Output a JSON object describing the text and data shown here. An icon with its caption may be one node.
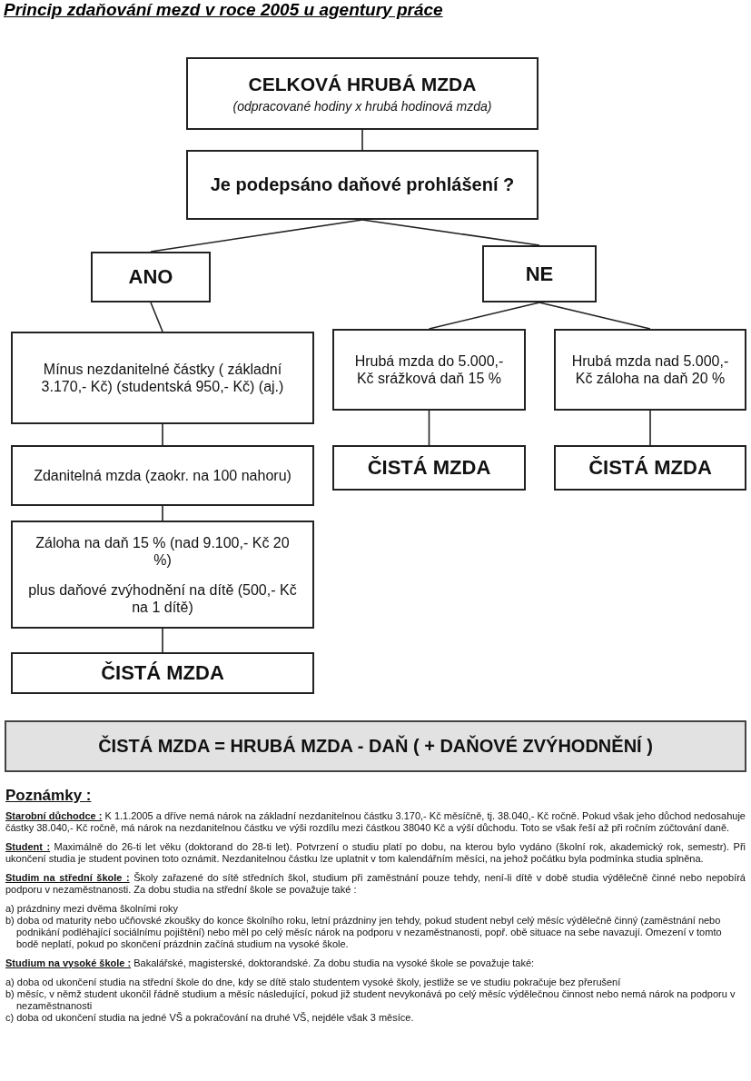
{
  "diagram": {
    "title": "Princip zdaňování mezd v roce 2005 u agentury práce",
    "nodes": [
      {
        "text": [
          "CELKOVÁ HRUBÁ MZDA",
          "(odpracované hodiny x hrubá hodinová mzda)"
        ]
      },
      {
        "text": [
          "Je podepsáno daňové prohlášení ?"
        ]
      },
      {
        "text": [
          "ANO"
        ]
      },
      {
        "text": [
          "NE"
        ]
      },
      {
        "text": [
          "Mínus nezdanitelné částky ( základní 3.170,- Kč) (studentská 950,- Kč) (aj.)"
        ]
      },
      {
        "text": [
          "Hrubá mzda do 5.000,- Kč srážková daň 15 %"
        ]
      },
      {
        "text": [
          "Hrubá mzda nad 5.000,- Kč záloha na daň 20 %"
        ]
      },
      {
        "text": [
          "Zdanitelná mzda (zaokr. na 100 nahoru)"
        ]
      },
      {
        "text": [
          "ČISTÁ MZDA"
        ]
      },
      {
        "text": [
          "ČISTÁ MZDA"
        ]
      },
      {
        "text": [
          "Záloha na daň 15 % (nad 9.100,- Kč 20 %)",
          "plus daňové zvýhodnění na dítě (500,- Kč na 1 dítě)"
        ]
      },
      {
        "text": [
          "ČISTÁ MZDA"
        ]
      },
      {
        "text": [
          "ČISTÁ MZDA = HRUBÁ MZDA - DAŇ ( + DAŇOVÉ ZVÝHODNĚNÍ )"
        ]
      }
    ],
    "edges": [
      {
        "from": 0,
        "to": 1,
        "arrow": "none"
      },
      {
        "from": 1,
        "to": 2,
        "arrow": "none"
      },
      {
        "from": 1,
        "to": 3,
        "arrow": "none"
      },
      {
        "from": 2,
        "to": 4,
        "arrow": "none"
      },
      {
        "from": 3,
        "to": 5,
        "arrow": "none"
      },
      {
        "from": 3,
        "to": 6,
        "arrow": "none"
      },
      {
        "from": 4,
        "to": 7,
        "arrow": "none"
      },
      {
        "from": 5,
        "to": 8,
        "arrow": "none"
      },
      {
        "from": 6,
        "to": 9,
        "arrow": "none"
      },
      {
        "from": 7,
        "to": 10,
        "arrow": "none"
      },
      {
        "from": 10,
        "to": 11,
        "arrow": "none"
      }
    ],
    "labels": [
      "Poznámky :",
      "**Starobní důchodce :** K 1.1.2005 a dříve nemá nárok na základní nezdanitelnou částku 3.170,- Kč měsíčně, tj. 38.040,- Kč ročně. Pokud však jeho důchod nedosahuje částky 38.040,- Kč ročně, má nárok na nezdanitelnou částku ve výši rozdílu mezi částkou 38040 Kč a výší důchodu. Toto se však řeší až při ročním zúčtování daně.",
      "**Student :** Maximálně do 26-ti let věku (doktorand do 28-ti let). Potvrzení o studiu platí po dobu, na kterou bylo vydáno (školní rok, akademický rok, semestr). Při ukončení studia je student povinen toto oznámit. Nezdanitelnou částku lze uplatnit v tom kalendářním měsíci, na jehož počátku byla podmínka studia splněna.",
      "**Studim na střední škole :** Školy zařazené do sítě středních škol, studium při zaměstnání pouze tehdy, není-li dítě v době studia výdělečně činné nebo nepobírá podporu v nezaměstnanosti. Za dobu studia na střední škole se považuje také :",
      "a) prázdniny mezi dvěma školními roky",
      "b) doba od maturity nebo učňovské zkoušky do konce školního roku, letní prázdniny jen tehdy, pokud student nebyl celý měsíc výdělečně činný (zaměstnání nebo podnikání podléhající sociálnímu pojištění) nebo měl po celý měsíc nárok na podporu v nezaměstnanosti, popř. obě situace na sebe navazují. Omezení v tomto bodě neplatí, pokud po skončení prázdnin začíná studium na vysoké škole.",
      "**Studium na vysoké škole :** Bakalářské, magisterské, doktorandské. Za dobu studia na vysoké škole se považuje také:",
      "a) doba od ukončení studia na střední škole do dne, kdy se dítě stalo studentem vysoké školy, jestliže se ve studiu pokračuje bez přerušení",
      "b) měsíc, v němž student ukončil řádně studium a měsíc následující, pokud již student nevykonává po celý měsíc výdělečnou činnost nebo nemá nárok na podporu v nezaměstnanosti",
      "c) doba od ukončení studia na jedné VŠ a pokračování na druhé VŠ, nejdéle však 3 měsíce."
    ]
  }
}
